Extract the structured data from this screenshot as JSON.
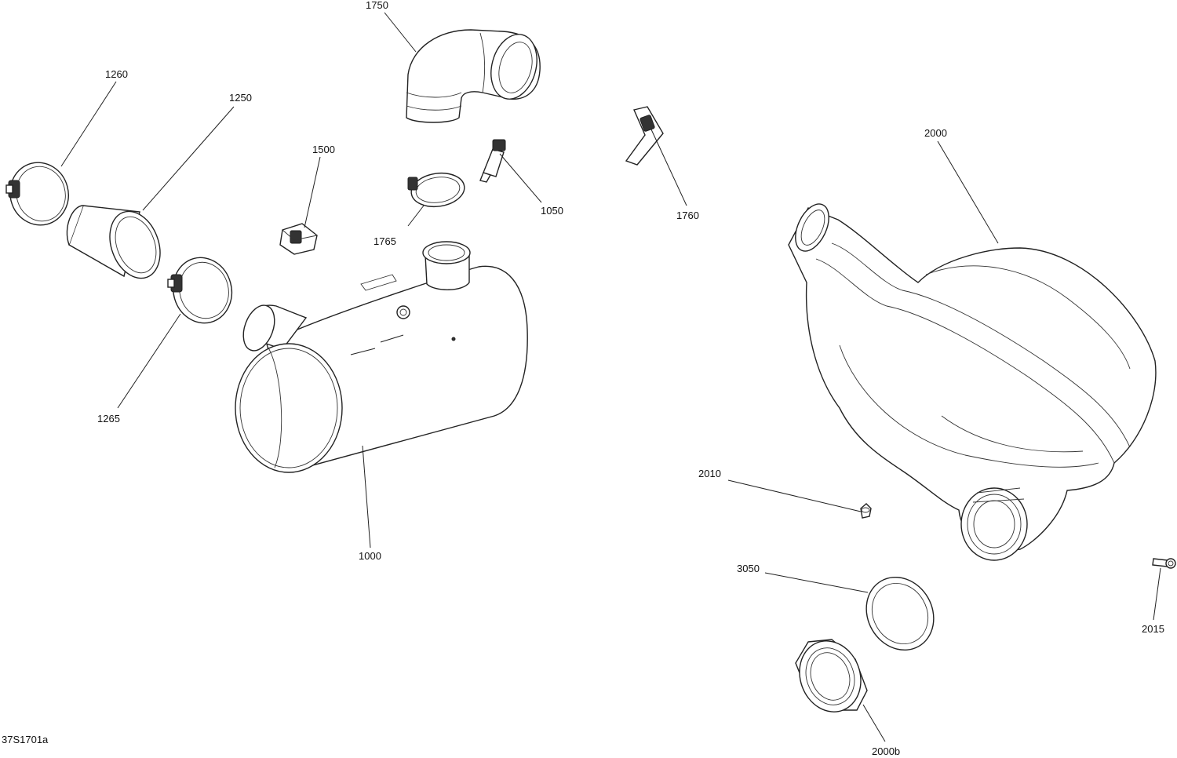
{
  "labels": {
    "p1750": "1750",
    "p1260": "1260",
    "p1250": "1250",
    "p1500": "1500",
    "p1050": "1050",
    "p1765": "1765",
    "p1760": "1760",
    "p2000": "2000",
    "p1265": "1265",
    "p1000": "1000",
    "p2010": "2010",
    "p3050": "3050",
    "p2015": "2015",
    "p2000b": "2000b"
  },
  "drawing_id": "37S1701a"
}
